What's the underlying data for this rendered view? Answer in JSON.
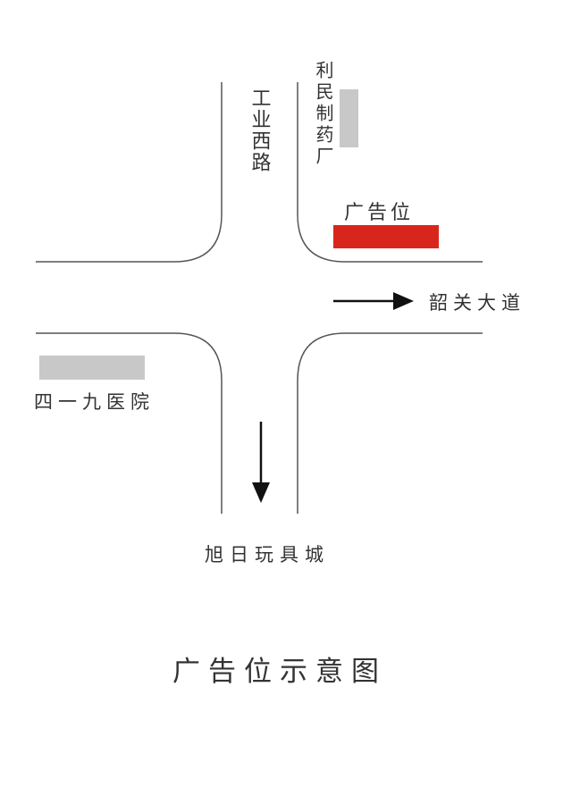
{
  "roads": {
    "vertical_road": "工业西路",
    "horizontal_road": "韶关大道"
  },
  "landmarks": {
    "pharmacy": "利民制药厂",
    "hospital": "四一九医院",
    "toy_city": "旭日玩具城"
  },
  "ad_spot_label": "广告位",
  "title": "广告位示意图",
  "colors": {
    "ad_spot": "#d9261c",
    "building": "#c8c8c8",
    "road_line": "#555555"
  }
}
